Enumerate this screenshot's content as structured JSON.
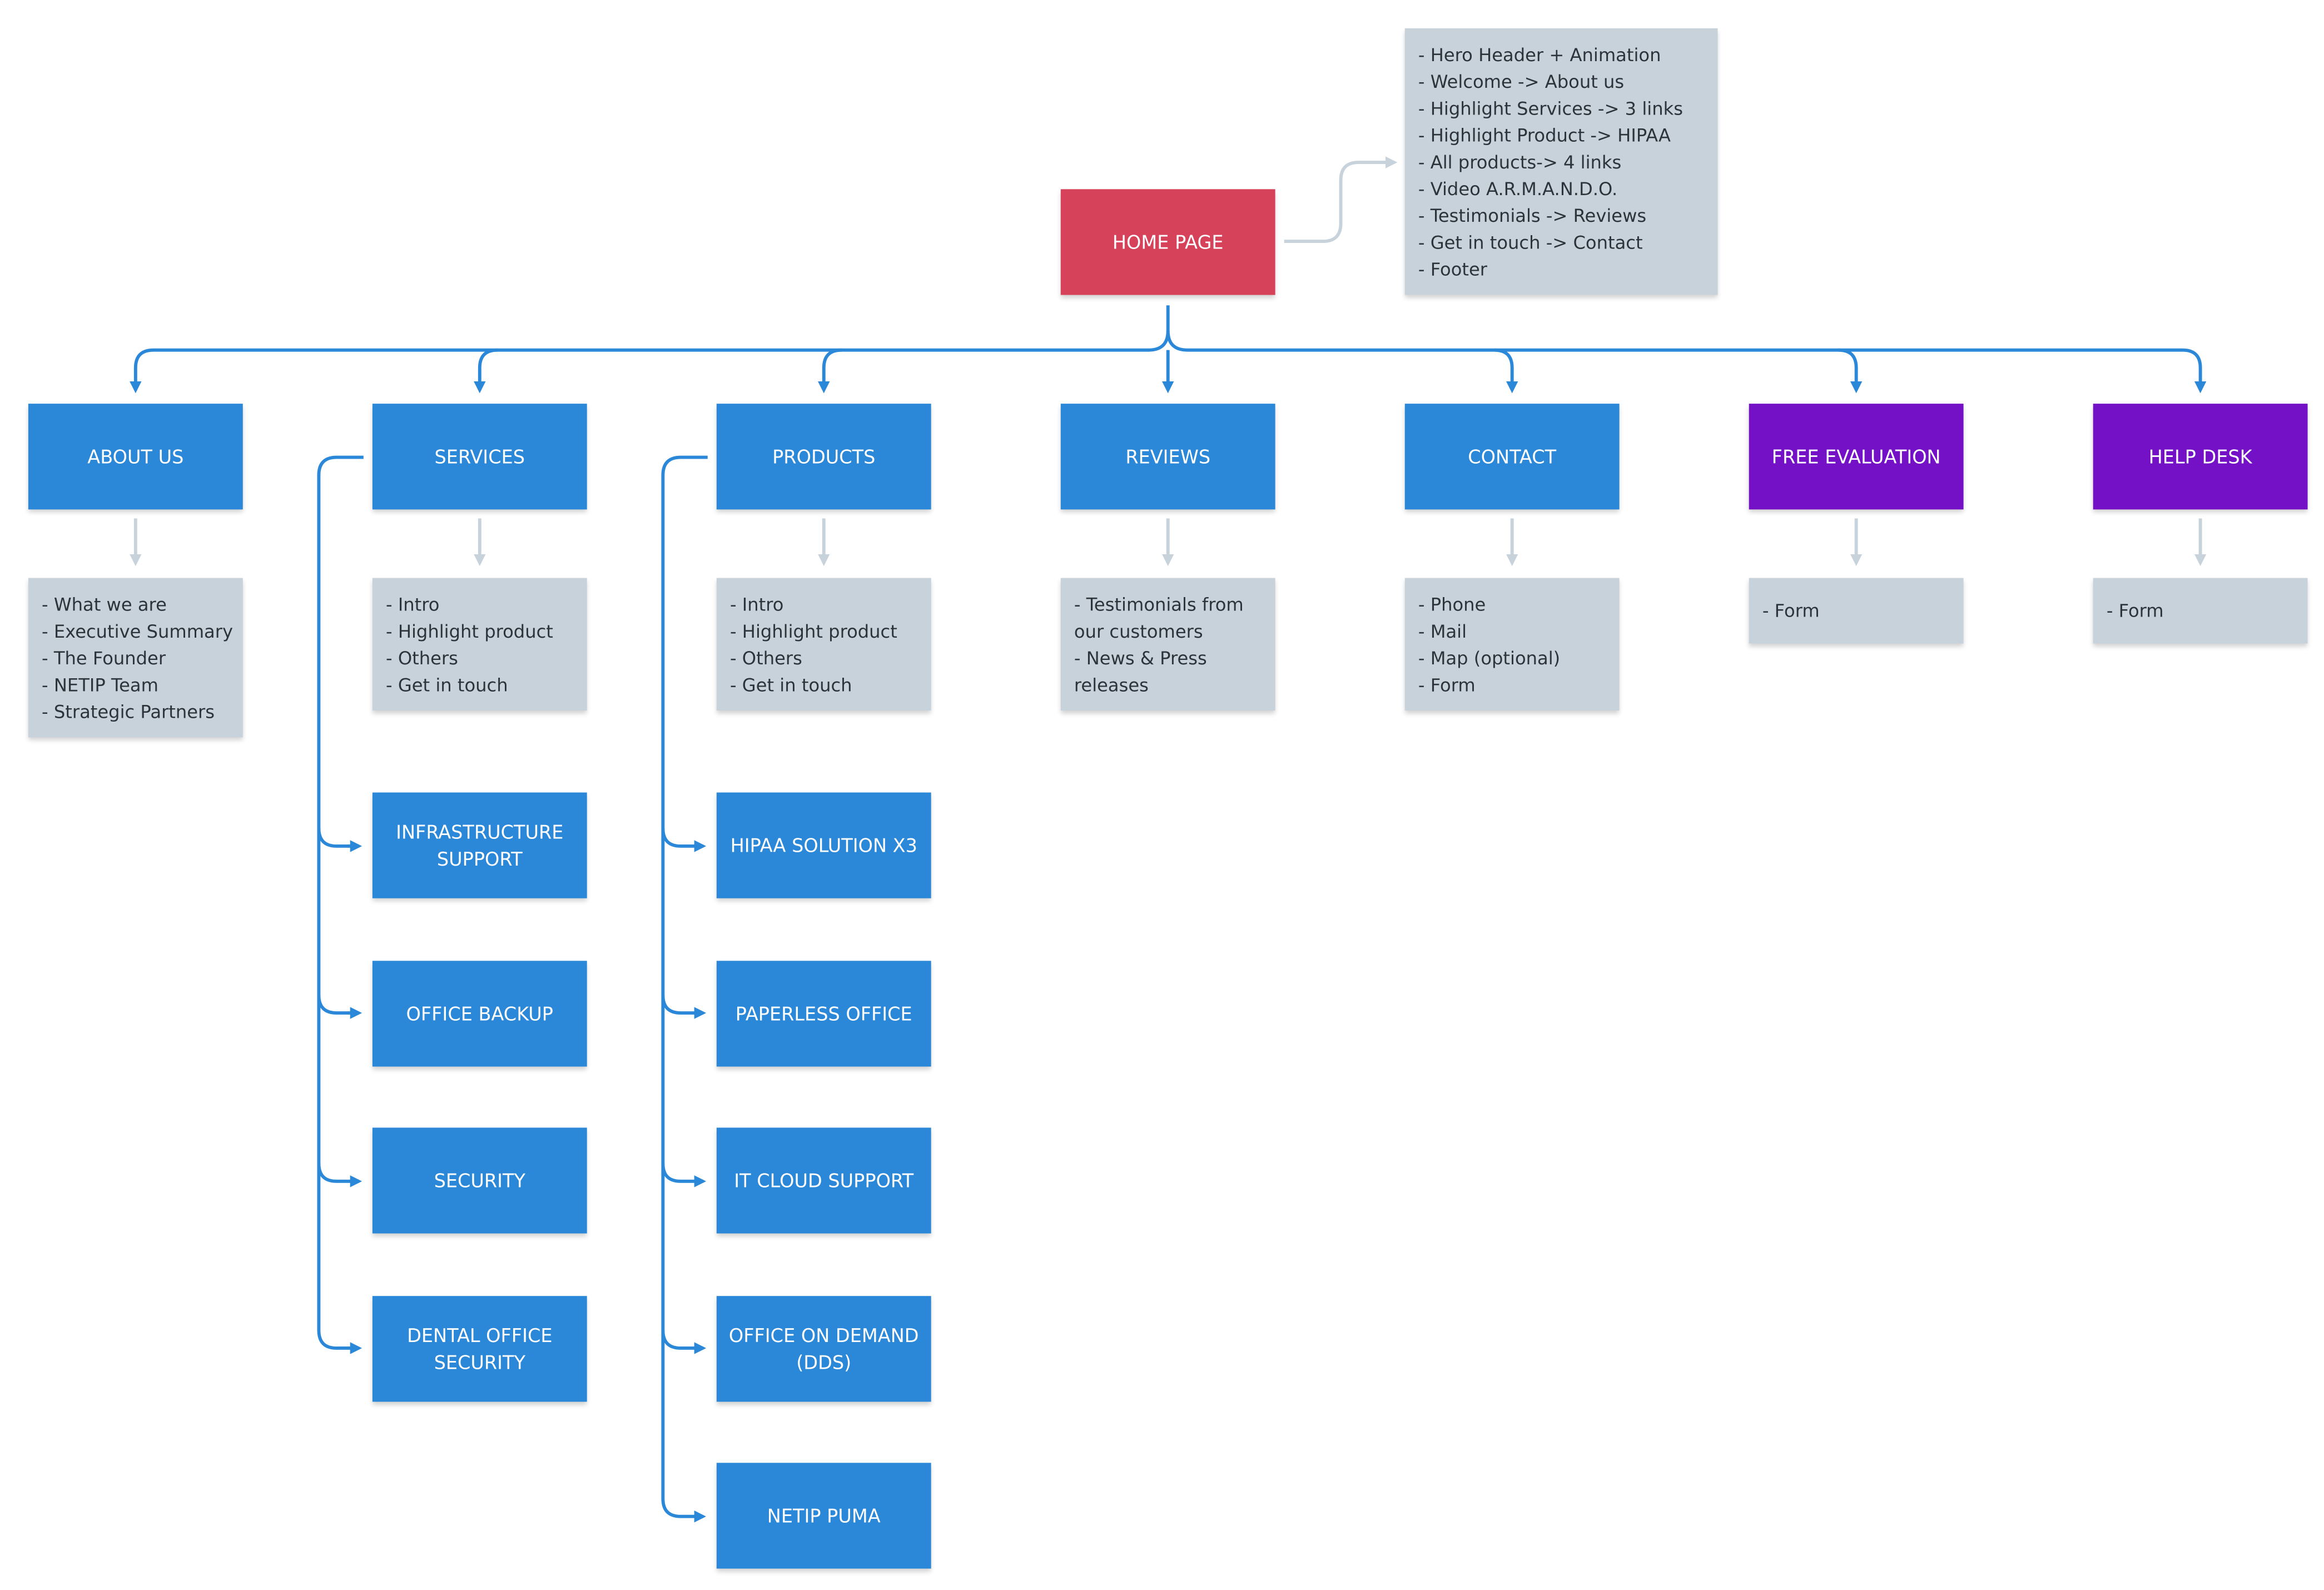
{
  "colors": {
    "connector_blue": "#2b88d8",
    "connector_grey": "#c7d2db",
    "node_blue": "#2b88d8",
    "node_purple": "#7410c6",
    "node_red": "#d6425a",
    "note_grey": "#c7d2db"
  },
  "home": {
    "label": "HOME PAGE",
    "notes": [
      "- Hero Header + Animation",
      "- Welcome -> About us",
      "- Highlight Services -> 3 links",
      "- Highlight Product -> HIPAA",
      "- All products-> 4 links",
      "- Video A.R.M.A.N.D.O.",
      "- Testimonials -> Reviews",
      "- Get in touch -> Contact",
      "- Footer"
    ]
  },
  "sections": [
    {
      "label": "ABOUT US",
      "notes": [
        "- What we are",
        "- Executive Summary",
        "- The Founder",
        "- NETIP Team",
        "- Strategic Partners"
      ]
    },
    {
      "label": "SERVICES",
      "notes": [
        "- Intro",
        "- Highlight product",
        "- Others",
        "- Get in touch"
      ]
    },
    {
      "label": "PRODUCTS",
      "notes": [
        "- Intro",
        "- Highlight product",
        "- Others",
        "- Get in touch"
      ]
    },
    {
      "label": "REVIEWS",
      "notes": [
        "- Testimonials from",
        "our customers",
        "- News & Press",
        "releases"
      ]
    },
    {
      "label": "CONTACT",
      "notes": [
        "- Phone",
        "- Mail",
        "- Map (optional)",
        "- Form"
      ]
    },
    {
      "label": "FREE EVALUATION",
      "notes": [
        "- Form"
      ]
    },
    {
      "label": "HELP DESK",
      "notes": [
        "- Form"
      ]
    }
  ],
  "services_children": [
    {
      "label": "INFRASTRUCTURE SUPPORT"
    },
    {
      "label": "OFFICE BACKUP"
    },
    {
      "label": "SECURITY"
    },
    {
      "label": "DENTAL OFFICE SECURITY"
    }
  ],
  "products_children": [
    {
      "label": "HIPAA SOLUTION X3"
    },
    {
      "label": "PAPERLESS OFFICE"
    },
    {
      "label": "IT CLOUD SUPPORT"
    },
    {
      "label": "OFFICE ON DEMAND (DDS)"
    },
    {
      "label": "NETIP PUMA"
    }
  ]
}
